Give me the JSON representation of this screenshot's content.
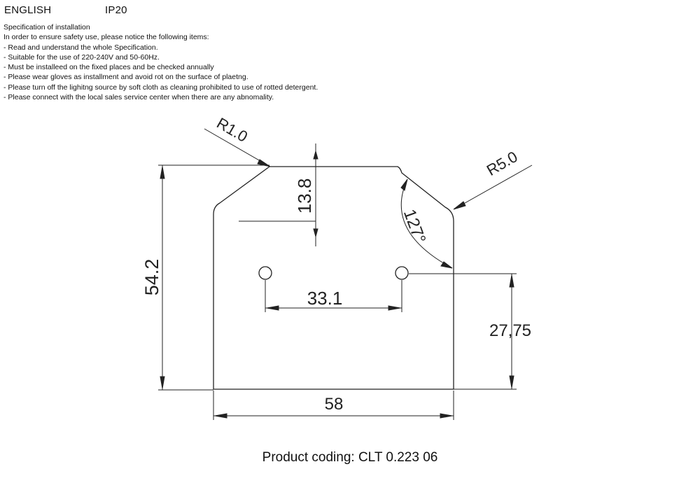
{
  "header": {
    "language": "ENGLISH",
    "rating": "IP20"
  },
  "spec": {
    "title": "Specification of installation",
    "intro": "In order to ensure safety use, please notice the following items:",
    "items": [
      "- Read and understand the whole Specification.",
      "- Suitable for the use of 220-240V and 50-60Hz.",
      "- Must be installeed on the fixed places and be checked annually",
      "- Please wear gloves as installment and avoid rot on the surface of plaetng.",
      "- Please turn off the lighitng source by soft cloth as cleaning prohibited to use of rotted detergent.",
      "- Please connect with the local sales service center when there are any abnomality."
    ]
  },
  "drawing": {
    "labels": {
      "r_small": "R1.0",
      "r_large": "R5.0",
      "inset_depth": "13.8",
      "angle": "127°",
      "height": "54.2",
      "hole_spacing": "33.1",
      "hole_height": "27,75",
      "width": "58"
    }
  },
  "footer": {
    "product_coding": "Product coding: CLT 0.223 06"
  }
}
